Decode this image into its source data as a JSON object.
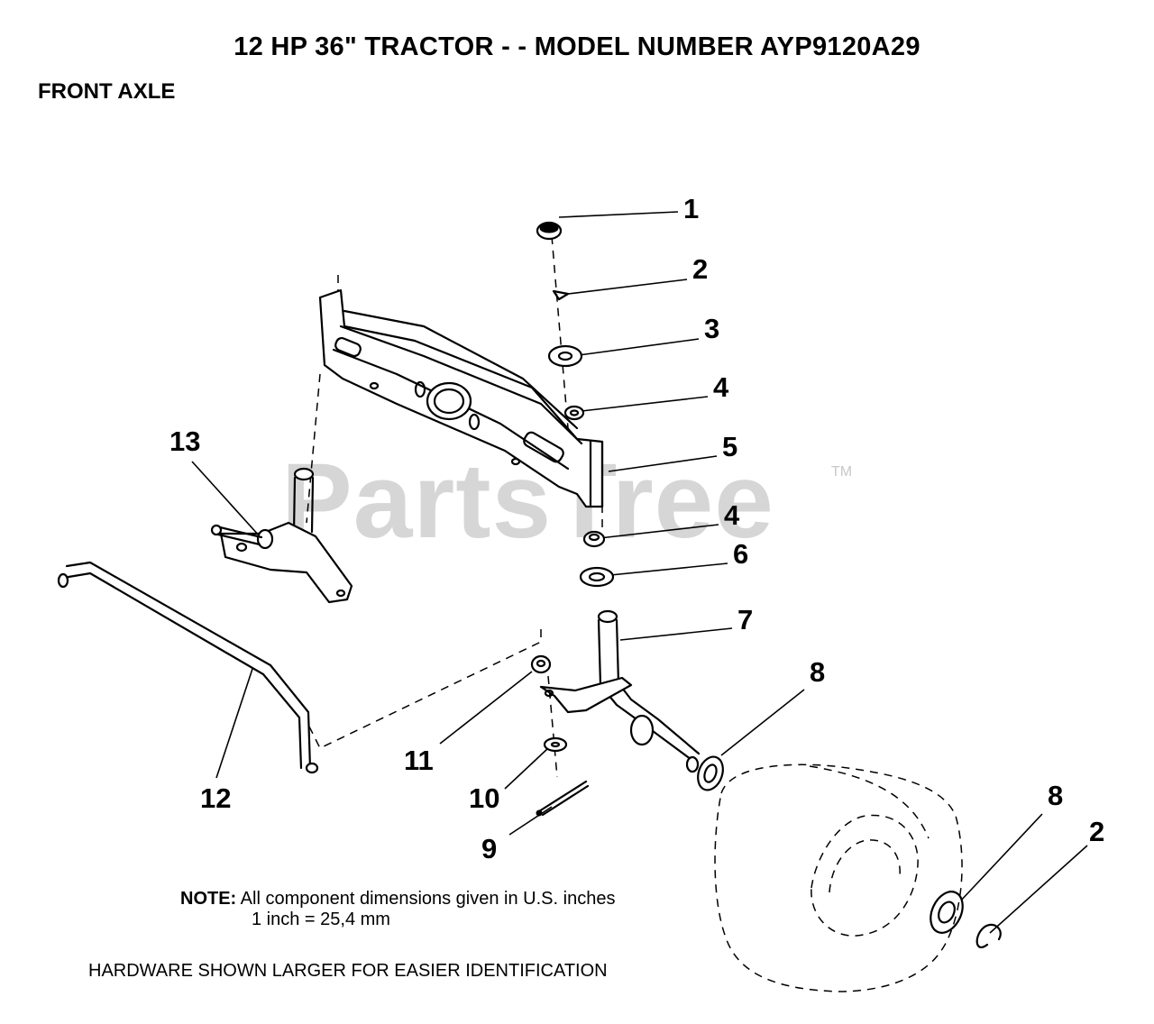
{
  "title": "12 HP 36\" TRACTOR - - MODEL NUMBER AYP9120A29",
  "subtitle": "FRONT AXLE",
  "watermark": {
    "text": "PartsTree",
    "tm": "TM"
  },
  "note": {
    "label": "NOTE:",
    "line1": "All component dimensions given in U.S. inches",
    "line2": "1 inch = 25,4 mm"
  },
  "footer": "HARDWARE SHOWN LARGER FOR EASIER IDENTIFICATION",
  "callouts": [
    {
      "id": "c1",
      "label": "1"
    },
    {
      "id": "c2a",
      "label": "2"
    },
    {
      "id": "c3",
      "label": "3"
    },
    {
      "id": "c4a",
      "label": "4"
    },
    {
      "id": "c5",
      "label": "5"
    },
    {
      "id": "c4b",
      "label": "4"
    },
    {
      "id": "c6",
      "label": "6"
    },
    {
      "id": "c7",
      "label": "7"
    },
    {
      "id": "c8a",
      "label": "8"
    },
    {
      "id": "c8b",
      "label": "8"
    },
    {
      "id": "c2b",
      "label": "2"
    },
    {
      "id": "c9",
      "label": "9"
    },
    {
      "id": "c10",
      "label": "10"
    },
    {
      "id": "c11",
      "label": "11"
    },
    {
      "id": "c12",
      "label": "12"
    },
    {
      "id": "c13",
      "label": "13"
    }
  ]
}
